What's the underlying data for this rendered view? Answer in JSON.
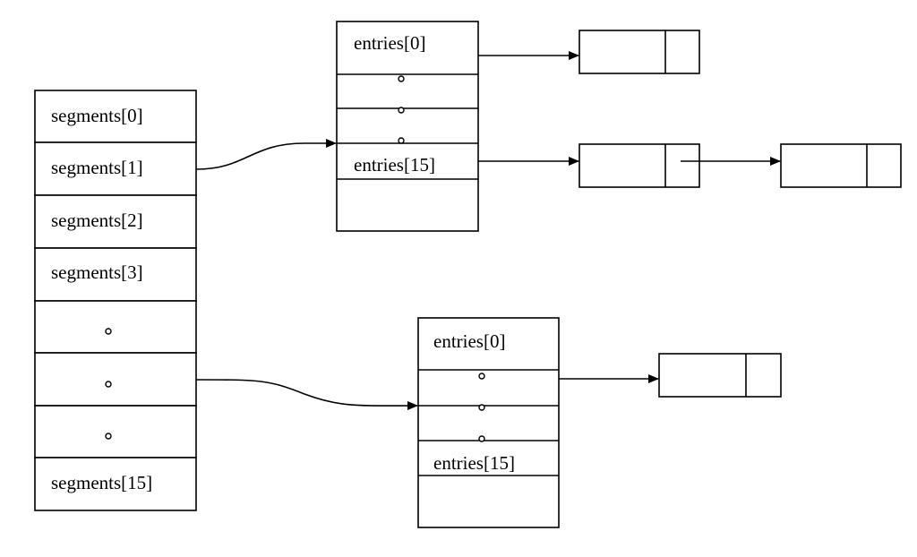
{
  "segments": {
    "label_0": "segments[0]",
    "label_1": "segments[1]",
    "label_2": "segments[2]",
    "label_3": "segments[3]",
    "label_15": "segments[15]"
  },
  "table_top": {
    "label_0": "entries[0]",
    "label_15": "entries[15]"
  },
  "table_bottom": {
    "label_0": "entries[0]",
    "label_15": "entries[15]"
  }
}
